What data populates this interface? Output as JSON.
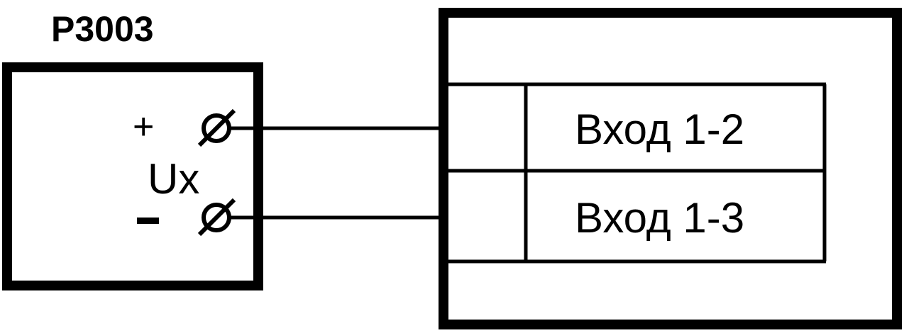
{
  "device": {
    "title": "P3003",
    "signal_label": "Ux",
    "plus_sign": "+",
    "terminal_symbol": "∅"
  },
  "inputs": [
    {
      "label": "Вход 1-2"
    },
    {
      "label": "Вход 1-3"
    }
  ],
  "colors": {
    "stroke": "#000000",
    "background": "#ffffff"
  }
}
